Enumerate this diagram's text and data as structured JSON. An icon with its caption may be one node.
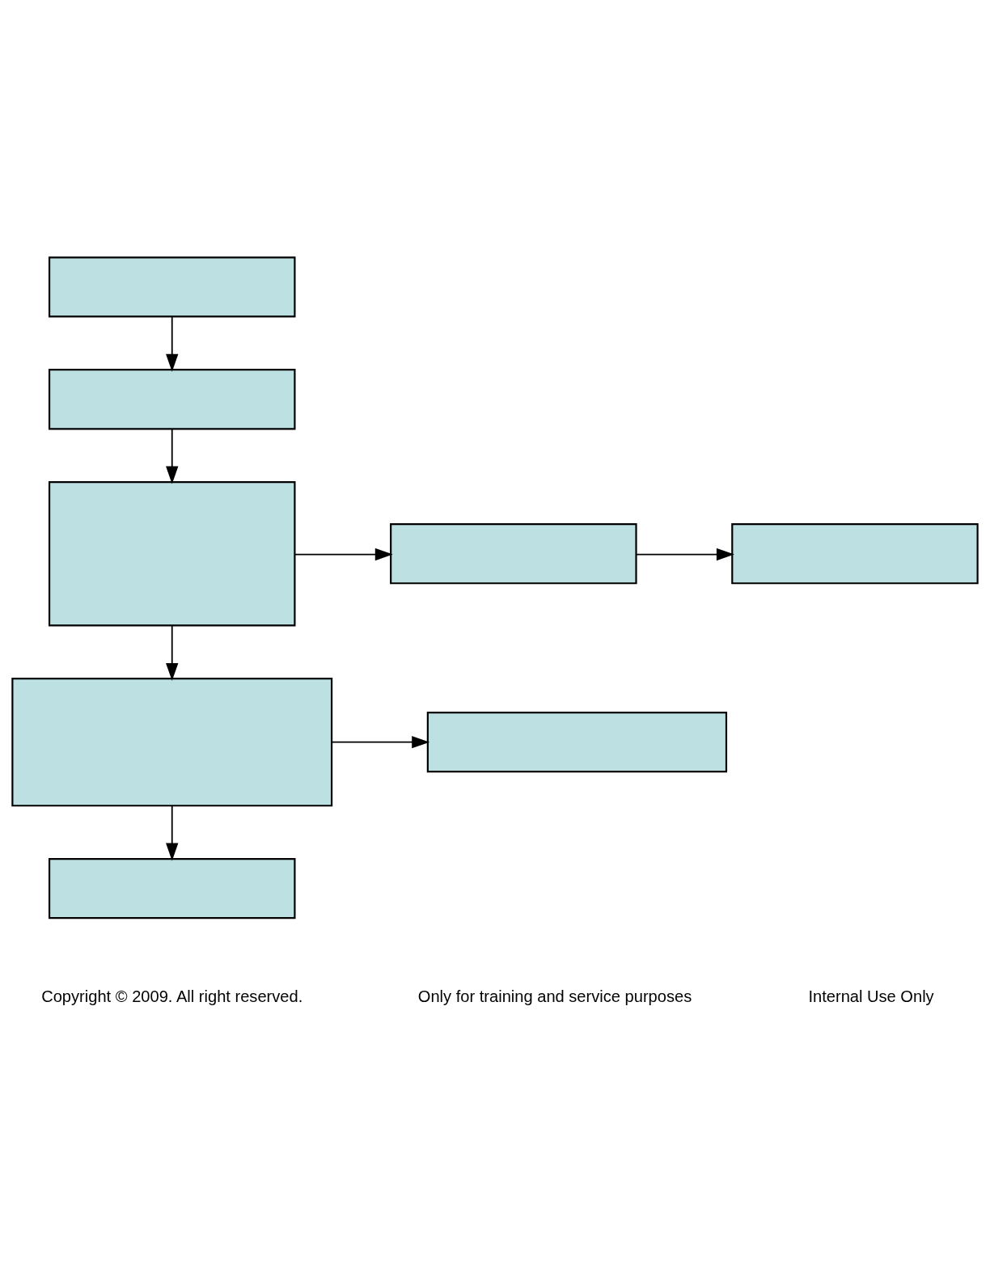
{
  "diagram": {
    "nodes": [
      {
        "text": [],
        "shape": "box"
      },
      {
        "text": [],
        "shape": "box"
      },
      {
        "text": [],
        "shape": "box"
      },
      {
        "text": [],
        "shape": "box"
      },
      {
        "text": [],
        "shape": "box"
      },
      {
        "text": [],
        "shape": "box"
      },
      {
        "text": [],
        "shape": "box"
      },
      {
        "text": [],
        "shape": "box"
      }
    ],
    "edges": [
      {
        "from": 0,
        "to": 1,
        "arrow": "to"
      },
      {
        "from": 1,
        "to": 2,
        "arrow": "to"
      },
      {
        "from": 2,
        "to": 3,
        "arrow": "to"
      },
      {
        "from": 3,
        "to": 4,
        "arrow": "to"
      },
      {
        "from": 2,
        "to": 5,
        "arrow": "to"
      },
      {
        "from": 5,
        "to": 6,
        "arrow": "to"
      },
      {
        "from": 5,
        "to": 7,
        "arrow": "to"
      }
    ],
    "labels": [
      "Copyright © 2009. All right reserved.",
      "Only for training and service purposes",
      "Internal Use Only"
    ]
  }
}
